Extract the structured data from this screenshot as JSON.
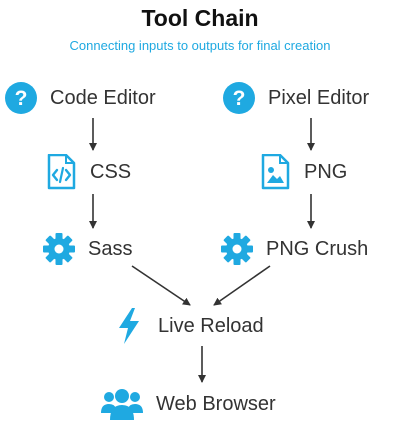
{
  "header": {
    "title": "Tool Chain",
    "subtitle": "Connecting inputs to outputs for final creation"
  },
  "colors": {
    "accent": "#1fa9e1",
    "arrow": "#333333",
    "text": "#333333"
  },
  "nodes": {
    "code_editor": {
      "label": "Code Editor",
      "icon": "question-circle-icon"
    },
    "pixel_editor": {
      "label": "Pixel Editor",
      "icon": "question-circle-icon"
    },
    "css": {
      "label": "CSS",
      "icon": "code-file-icon"
    },
    "png": {
      "label": "PNG",
      "icon": "image-file-icon"
    },
    "sass": {
      "label": "Sass",
      "icon": "gear-icon"
    },
    "png_crush": {
      "label": "PNG Crush",
      "icon": "gear-icon"
    },
    "live_reload": {
      "label": "Live Reload",
      "icon": "lightning-bolt-icon"
    },
    "web_browser": {
      "label": "Web Browser",
      "icon": "users-group-icon"
    }
  },
  "edges": [
    [
      "code_editor",
      "css"
    ],
    [
      "css",
      "sass"
    ],
    [
      "pixel_editor",
      "png"
    ],
    [
      "png",
      "png_crush"
    ],
    [
      "sass",
      "live_reload"
    ],
    [
      "png_crush",
      "live_reload"
    ],
    [
      "live_reload",
      "web_browser"
    ]
  ]
}
